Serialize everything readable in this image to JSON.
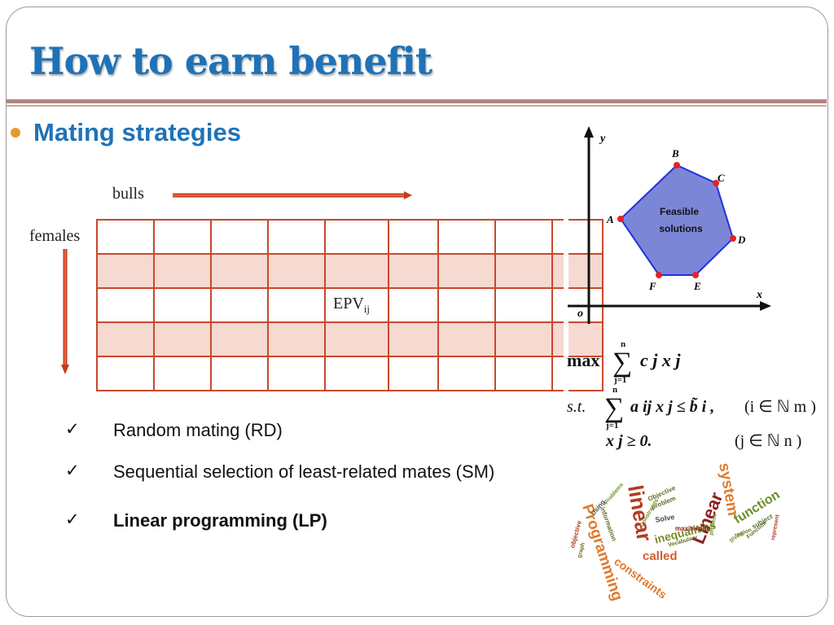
{
  "slide": {
    "title": "How to earn benefit",
    "subtitle": "Mating strategies"
  },
  "matrix": {
    "bulls_label": "bulls",
    "females_label": "females",
    "cell_label": "EPV",
    "cell_subscript": "ij",
    "columns": 9,
    "rows": 5,
    "shaded_rows": [
      1,
      3
    ]
  },
  "strategies": [
    {
      "check": "✓",
      "label": "Random mating (RD)",
      "bold": false
    },
    {
      "check": "✓",
      "label": "Sequential selection of least-related mates (SM)",
      "bold": false
    },
    {
      "check": "✓",
      "label": "Linear programming (LP)",
      "bold": true
    }
  ],
  "feasible_diagram": {
    "axis_y": "y",
    "axis_x": "x",
    "origin": "o",
    "region_line1": "Feasible",
    "region_line2": "solutions",
    "vertices": [
      "A",
      "B",
      "C",
      "D",
      "E",
      "F"
    ],
    "polygon_fill": "#7c86d6",
    "polygon_stroke": "#2230e0",
    "vertex_color": "#e52222"
  },
  "formula": {
    "max": "max",
    "st": "s.t.",
    "sum_top": "n",
    "sum_bottom": "j=1",
    "objective_terms": "c j x j",
    "constraint": "a ij x j ≤ b̃ i ,",
    "constraint_domain": "(i ∈ ℕ m )",
    "nonneg": "x j ≥ 0.",
    "nonneg_domain": "(j ∈ ℕ n )"
  },
  "word_cloud": {
    "words": [
      "Programming",
      "linear",
      "Linear",
      "system",
      "function",
      "inequalities",
      "called",
      "constraints",
      "Objective",
      "problem",
      "Solve",
      "maximizing",
      "objective",
      "graph",
      "information",
      "process",
      "region",
      "subject",
      "represent",
      "Vocabulary",
      "Constraints",
      "Using",
      "Problems",
      "given",
      "Function"
    ]
  }
}
